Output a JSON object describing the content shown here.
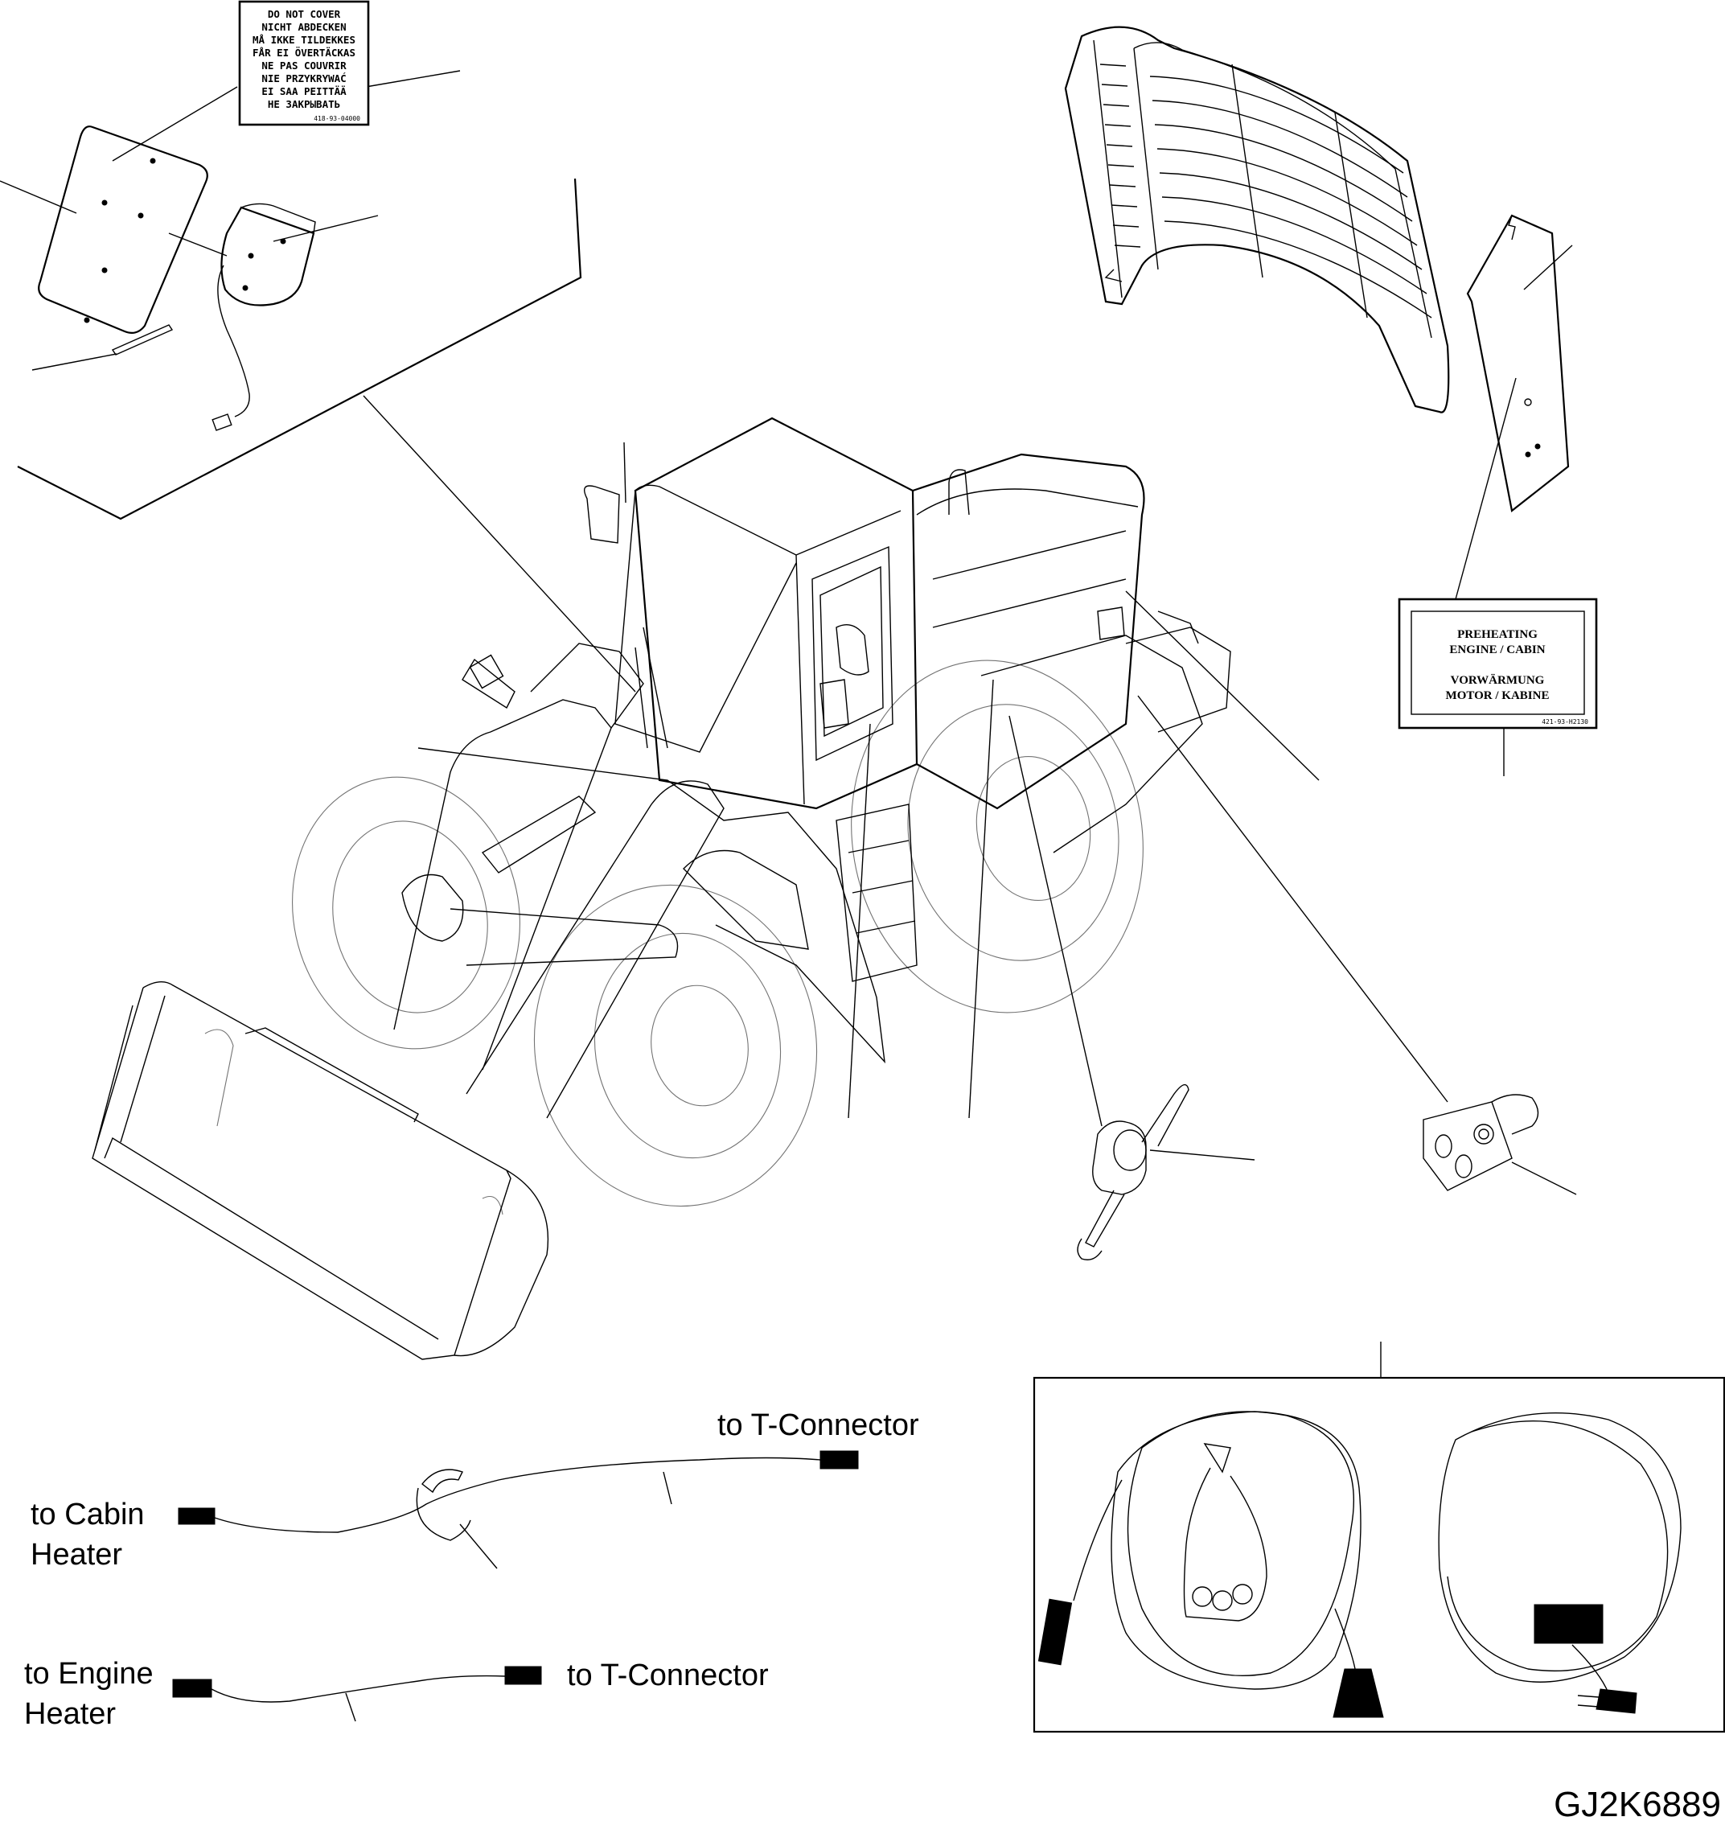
{
  "warning_label": {
    "lines": [
      "DO NOT COVER",
      "NICHT ABDECKEN",
      "MÅ IKKE TILDEKKES",
      "FÅR EI ÖVERTÄCKAS",
      "NE PAS COUVRIR",
      "NIE PRZYKRYWAĆ",
      "EI SAA PEITTÄÄ",
      "НЕ ЗАКРЫВАТЬ"
    ],
    "code": "418-93-04000"
  },
  "preheating_label": {
    "lines": [
      "PREHEATING",
      "ENGINE / CABIN",
      "",
      "VORWÄRMUNG",
      "MOTOR / KABINE"
    ],
    "code": "421-93-H2130"
  },
  "wiring": {
    "to_t_connector_top": "to T-Connector",
    "to_cabin_heater_1": "to Cabin",
    "to_cabin_heater_2": "Heater",
    "to_engine_heater_1": "to Engine",
    "to_engine_heater_2": "Heater",
    "to_t_connector_bottom": "to T-Connector"
  },
  "drawing_code": "GJ2K6889"
}
